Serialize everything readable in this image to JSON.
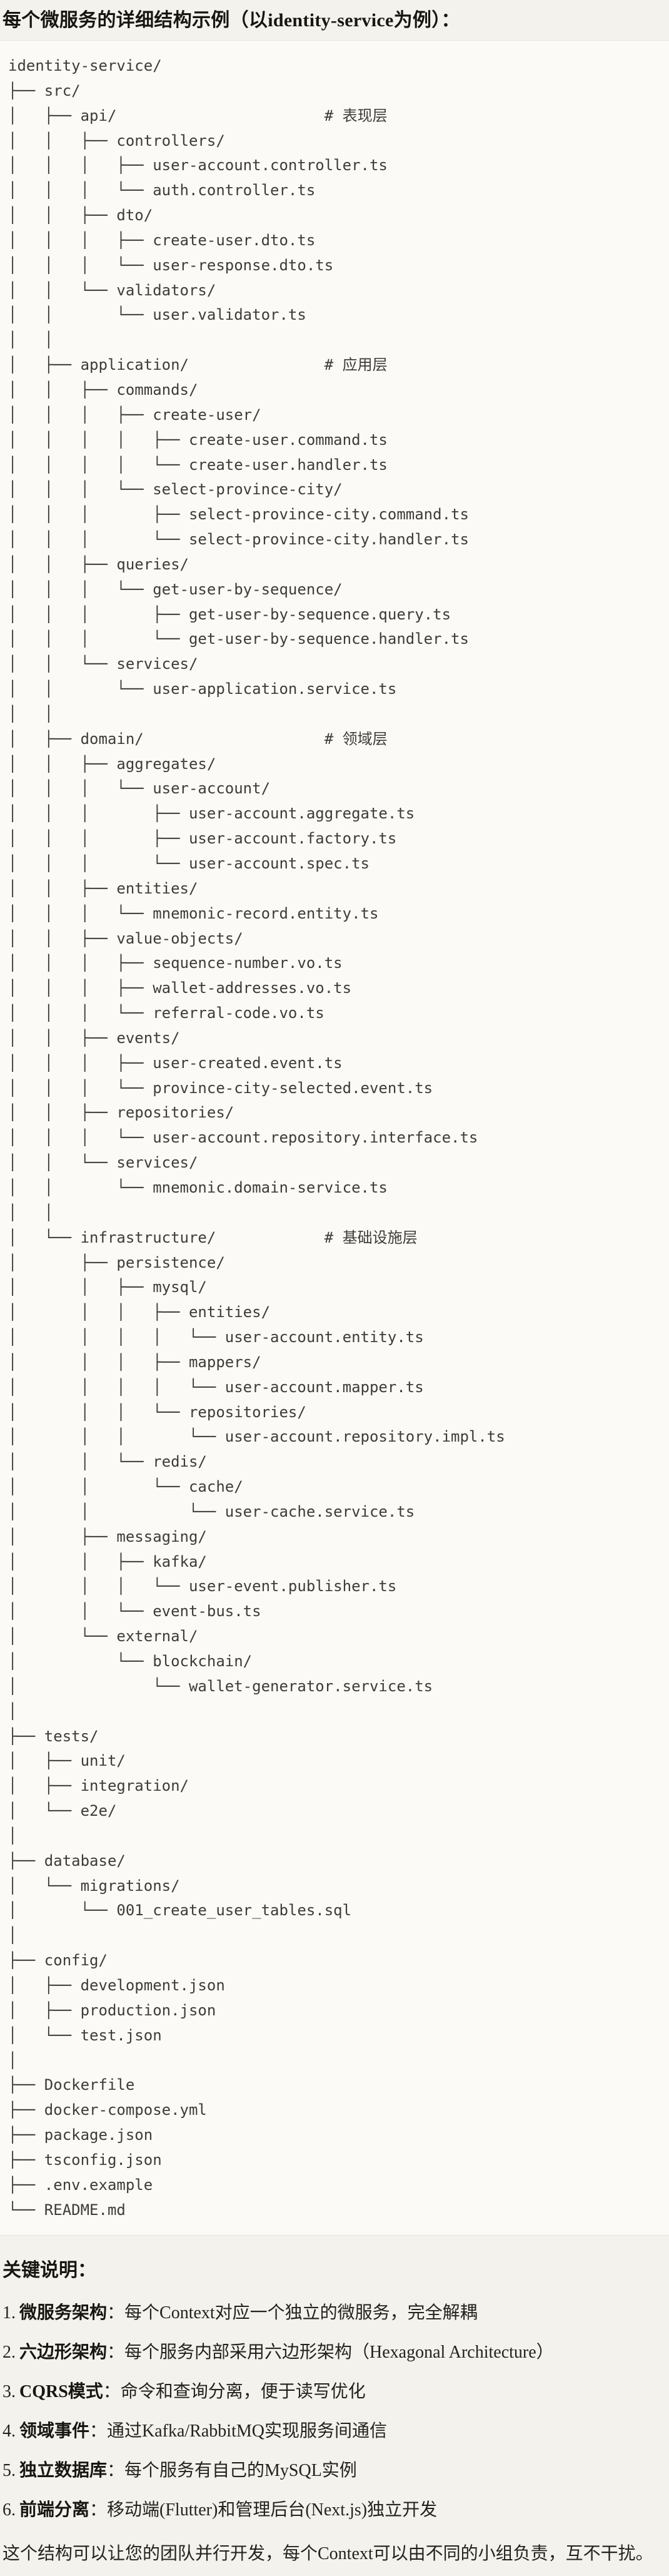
{
  "page": {
    "title": "每个微服务的详细结构示例（以identity-service为例）：",
    "notes_heading": "关键说明：",
    "closing": "这个结构可以让您的团队并行开发，每个Context可以由不同的小组负责，互不干扰。"
  },
  "notes": [
    {
      "num": "1.",
      "label": "微服务架构",
      "text": "：每个Context对应一个独立的微服务，完全解耦"
    },
    {
      "num": "2.",
      "label": "六边形架构",
      "text": "：每个服务内部采用六边形架构（Hexagonal Architecture）"
    },
    {
      "num": "3.",
      "label": "CQRS模式",
      "text": "：命令和查询分离，便于读写优化"
    },
    {
      "num": "4.",
      "label": "领域事件",
      "text": "：通过Kafka/RabbitMQ实现服务间通信"
    },
    {
      "num": "5.",
      "label": "独立数据库",
      "text": "：每个服务有自己的MySQL实例"
    },
    {
      "num": "6.",
      "label": "前端分离",
      "text": "：移动端(Flutter)和管理后台(Next.js)独立开发"
    }
  ],
  "code_block": {
    "language": "plaintext",
    "lines": [
      "identity-service/",
      "├── src/",
      "│   ├── api/                       # 表现层",
      "│   │   ├── controllers/",
      "│   │   │   ├── user-account.controller.ts",
      "│   │   │   └── auth.controller.ts",
      "│   │   ├── dto/",
      "│   │   │   ├── create-user.dto.ts",
      "│   │   │   └── user-response.dto.ts",
      "│   │   └── validators/",
      "│   │       └── user.validator.ts",
      "│   │",
      "│   ├── application/               # 应用层",
      "│   │   ├── commands/",
      "│   │   │   ├── create-user/",
      "│   │   │   │   ├── create-user.command.ts",
      "│   │   │   │   └── create-user.handler.ts",
      "│   │   │   └── select-province-city/",
      "│   │   │       ├── select-province-city.command.ts",
      "│   │   │       └── select-province-city.handler.ts",
      "│   │   ├── queries/",
      "│   │   │   └── get-user-by-sequence/",
      "│   │   │       ├── get-user-by-sequence.query.ts",
      "│   │   │       └── get-user-by-sequence.handler.ts",
      "│   │   └── services/",
      "│   │       └── user-application.service.ts",
      "│   │",
      "│   ├── domain/                    # 领域层",
      "│   │   ├── aggregates/",
      "│   │   │   └── user-account/",
      "│   │   │       ├── user-account.aggregate.ts",
      "│   │   │       ├── user-account.factory.ts",
      "│   │   │       └── user-account.spec.ts",
      "│   │   ├── entities/",
      "│   │   │   └── mnemonic-record.entity.ts",
      "│   │   ├── value-objects/",
      "│   │   │   ├── sequence-number.vo.ts",
      "│   │   │   ├── wallet-addresses.vo.ts",
      "│   │   │   └── referral-code.vo.ts",
      "│   │   ├── events/",
      "│   │   │   ├── user-created.event.ts",
      "│   │   │   └── province-city-selected.event.ts",
      "│   │   ├── repositories/",
      "│   │   │   └── user-account.repository.interface.ts",
      "│   │   └── services/",
      "│   │       └── mnemonic.domain-service.ts",
      "│   │",
      "│   └── infrastructure/            # 基础设施层",
      "│       ├── persistence/",
      "│       │   ├── mysql/",
      "│       │   │   ├── entities/",
      "│       │   │   │   └── user-account.entity.ts",
      "│       │   │   ├── mappers/",
      "│       │   │   │   └── user-account.mapper.ts",
      "│       │   │   └── repositories/",
      "│       │   │       └── user-account.repository.impl.ts",
      "│       │   └── redis/",
      "│       │       └── cache/",
      "│       │           └── user-cache.service.ts",
      "│       ├── messaging/",
      "│       │   ├── kafka/",
      "│       │   │   └── user-event.publisher.ts",
      "│       │   └── event-bus.ts",
      "│       └── external/",
      "│           └── blockchain/",
      "│               └── wallet-generator.service.ts",
      "│",
      "├── tests/",
      "│   ├── unit/",
      "│   ├── integration/",
      "│   └── e2e/",
      "│",
      "├── database/",
      "│   └── migrations/",
      "│       └── 001_create_user_tables.sql",
      "│",
      "├── config/",
      "│   ├── development.json",
      "│   ├── production.json",
      "│   └── test.json",
      "│",
      "├── Dockerfile",
      "├── docker-compose.yml",
      "├── package.json",
      "├── tsconfig.json",
      "├── .env.example",
      "└── README.md"
    ]
  },
  "colors": {
    "page_background": "#f4f2ec",
    "code_background": "#fbfaf7",
    "border": "#e5e3db",
    "code_text": "#3d3c38",
    "heading_text": "#171611"
  }
}
